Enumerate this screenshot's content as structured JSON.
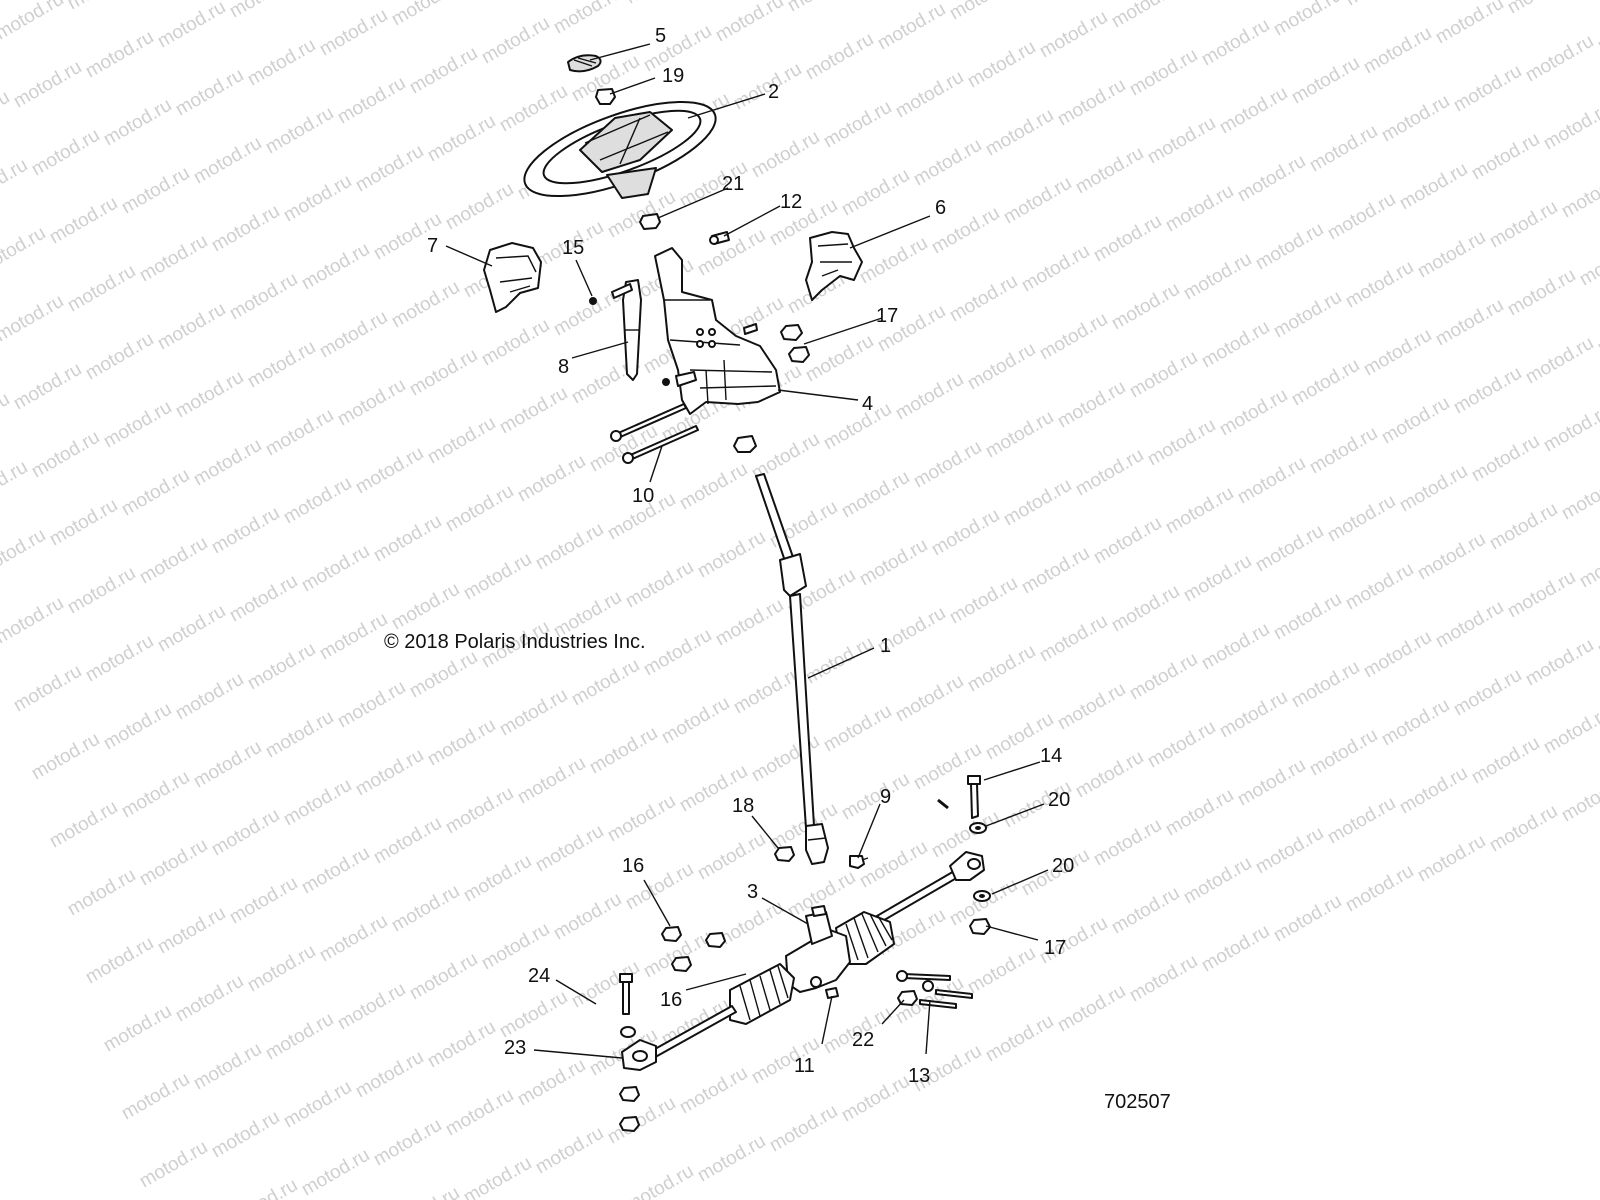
{
  "watermark": {
    "text": "motod.ru"
  },
  "copyright": "© 2018 Polaris Industries Inc.",
  "diagram_id": "702507",
  "callouts": [
    {
      "id": "c1",
      "label": "1"
    },
    {
      "id": "c2",
      "label": "2"
    },
    {
      "id": "c3",
      "label": "3"
    },
    {
      "id": "c4",
      "label": "4"
    },
    {
      "id": "c5",
      "label": "5"
    },
    {
      "id": "c6",
      "label": "6"
    },
    {
      "id": "c7",
      "label": "7"
    },
    {
      "id": "c8",
      "label": "8"
    },
    {
      "id": "c9",
      "label": "9"
    },
    {
      "id": "c10",
      "label": "10"
    },
    {
      "id": "c11",
      "label": "11"
    },
    {
      "id": "c12",
      "label": "12"
    },
    {
      "id": "c13",
      "label": "13"
    },
    {
      "id": "c14",
      "label": "14"
    },
    {
      "id": "c15",
      "label": "15"
    },
    {
      "id": "c16a",
      "label": "16"
    },
    {
      "id": "c16b",
      "label": "16"
    },
    {
      "id": "c17a",
      "label": "17"
    },
    {
      "id": "c17b",
      "label": "17"
    },
    {
      "id": "c18",
      "label": "18"
    },
    {
      "id": "c19",
      "label": "19"
    },
    {
      "id": "c20a",
      "label": "20"
    },
    {
      "id": "c20b",
      "label": "20"
    },
    {
      "id": "c21",
      "label": "21"
    },
    {
      "id": "c22",
      "label": "22"
    },
    {
      "id": "c23",
      "label": "23"
    },
    {
      "id": "c24",
      "label": "24"
    }
  ]
}
